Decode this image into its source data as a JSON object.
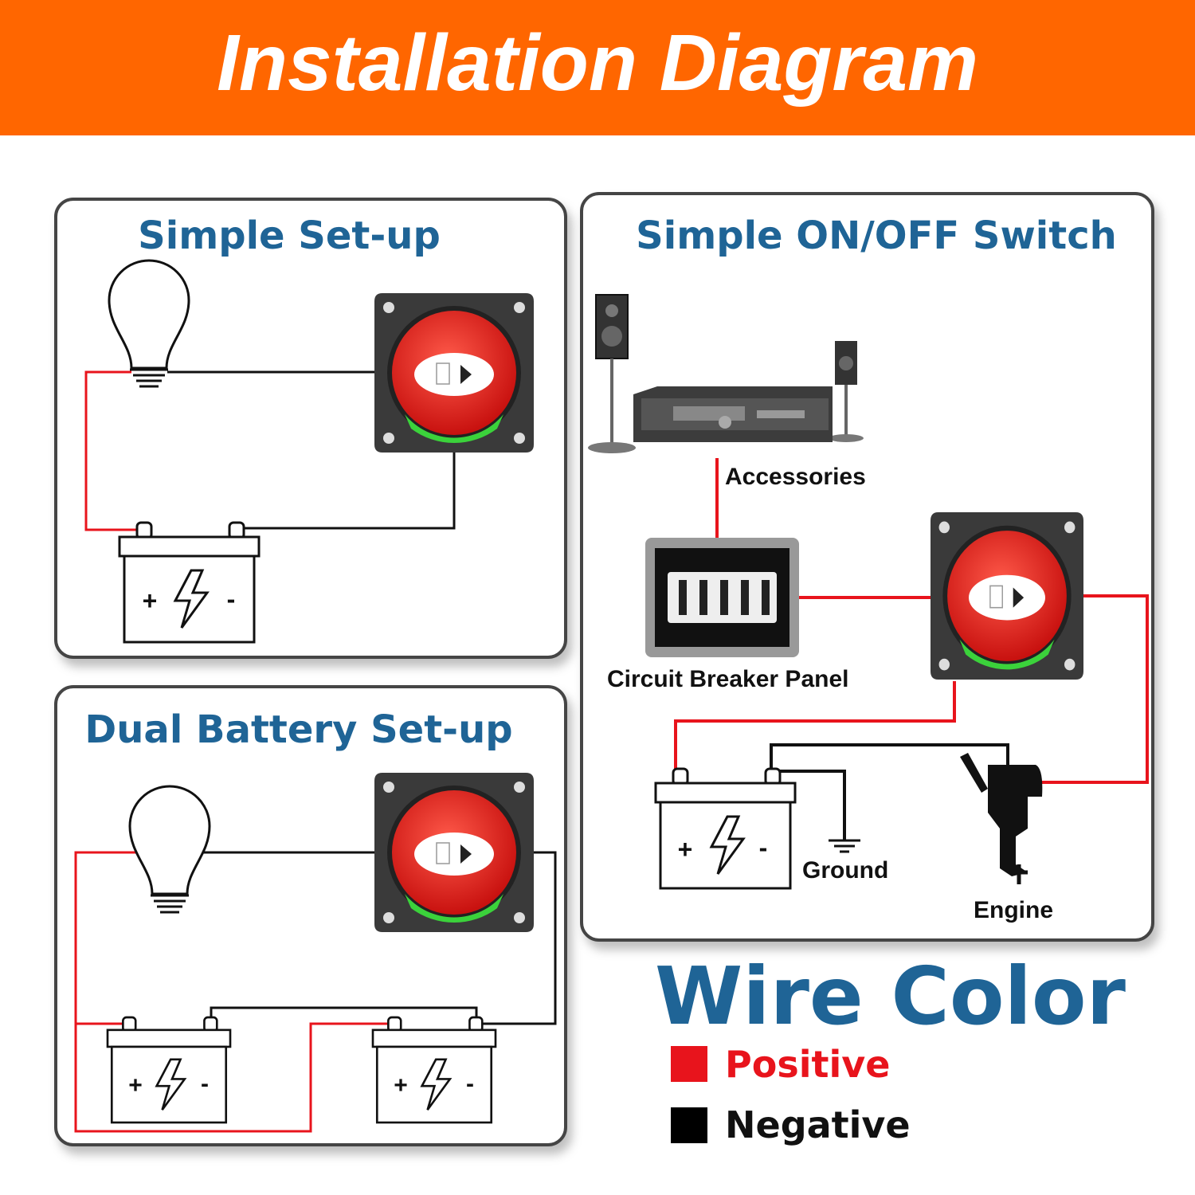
{
  "header": {
    "title": "Installation Diagram",
    "background": "#FF6600"
  },
  "panels": {
    "simple": {
      "title": "Simple Set-up"
    },
    "dual": {
      "title": "Dual Battery Set-up"
    },
    "onoff": {
      "title": "Simple ON/OFF Switch",
      "accessories_label": "Accessories",
      "breaker_label": "Circuit Breaker Panel",
      "ground_label": "Ground",
      "engine_label": "Engine"
    }
  },
  "battery": {
    "plus": "+",
    "minus": "-"
  },
  "legend": {
    "title": "Wire Color",
    "items": [
      {
        "label": "Positive",
        "color": "#E8141C"
      },
      {
        "label": "Negative",
        "color": "#000000"
      }
    ]
  },
  "colors": {
    "title_blue": "#1F6496",
    "positive_wire": "#E8141C",
    "negative_wire": "#111111"
  }
}
